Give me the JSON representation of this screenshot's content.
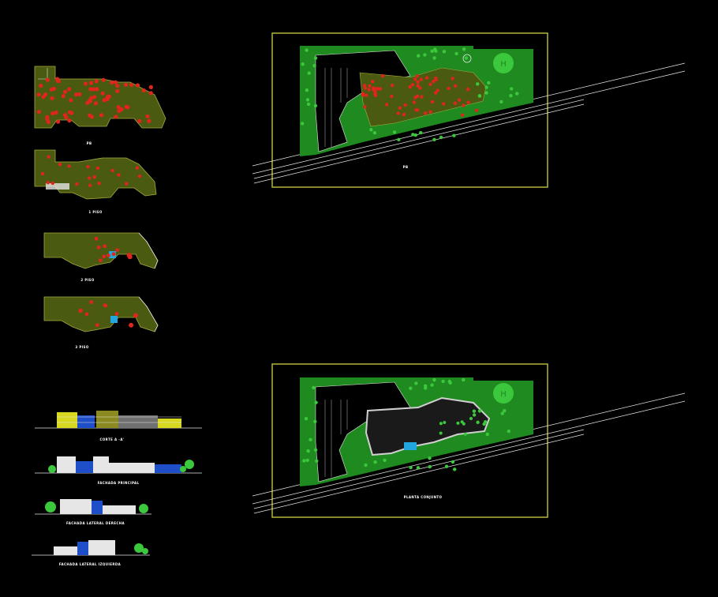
{
  "drawing": {
    "background": "#000000",
    "frame_color": "#b5b53a",
    "floor_labels": [
      "PB",
      "1 PISO",
      "2 PISO",
      "3 PISO"
    ],
    "section_labels": [
      "CORTE A -A'",
      "FACHADA PRINCIPAL",
      "FACHADA LATERAL DERECHA",
      "FACHADA LATERAL IZQUIERDA"
    ],
    "site_plan_labels": [
      "PB",
      "PLANTA CONJUNTO"
    ],
    "site_icons": [
      "helipad-icon",
      "helipad-icon"
    ],
    "helipad_letter": "H",
    "colors": {
      "grass": "#1f8a1f",
      "tree": "#3cc83c",
      "room_fill": "#4a5a10",
      "room_red": "#e0251c",
      "line_white": "#e6e6e6",
      "pool": "#22a6e0",
      "blue_panel": "#1e4fc8",
      "yellow": "#d8d820"
    }
  }
}
